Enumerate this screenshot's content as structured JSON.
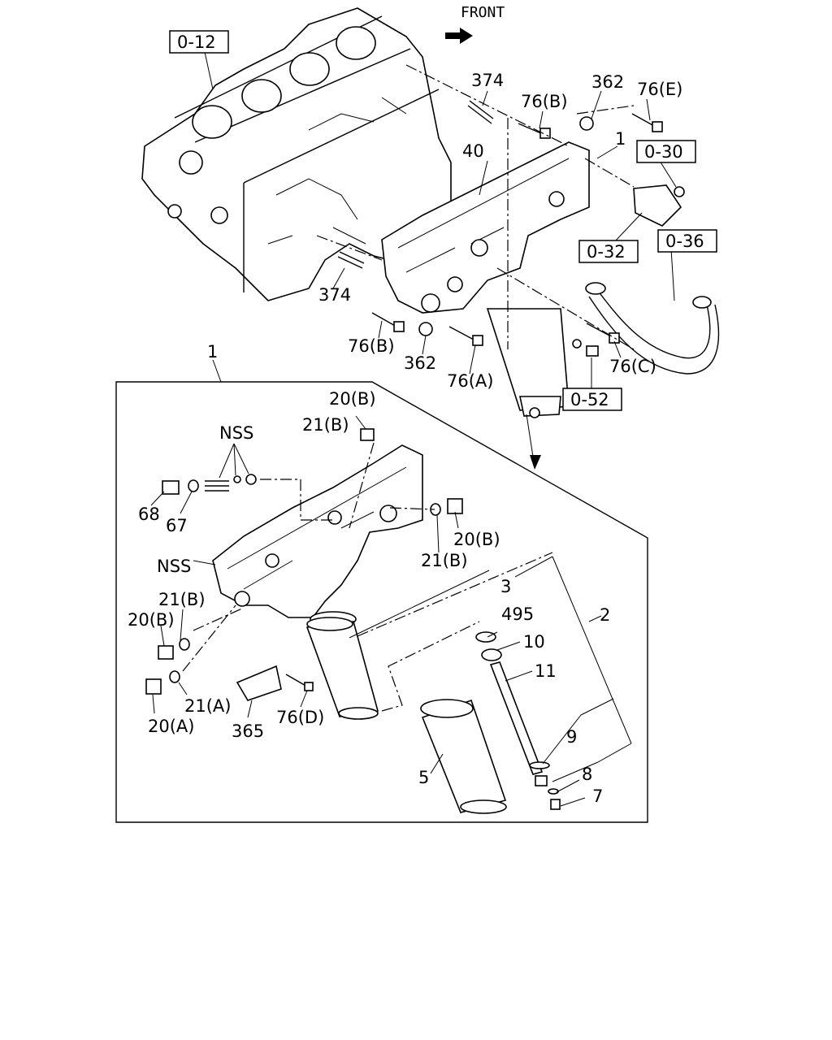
{
  "front_label": "FRONT",
  "boxed_refs": [
    {
      "id": "r012",
      "text": "0-12"
    },
    {
      "id": "r030",
      "text": "0-30"
    },
    {
      "id": "r032",
      "text": "0-32"
    },
    {
      "id": "r036",
      "text": "0-36"
    },
    {
      "id": "r052",
      "text": "0-52"
    }
  ],
  "upper_callouts": {
    "c374a": "374",
    "c374b": "374",
    "c76b1": "76(B)",
    "c362a": "362",
    "c76e": "76(E)",
    "c1a": "1",
    "c40": "40",
    "c76b2": "76(B)",
    "c362b": "362",
    "c76a": "76(A)",
    "c76c": "76(C)"
  },
  "detail_label": "1",
  "detail_callouts": {
    "d20b_top": "20(B)",
    "d21b_top": "21(B)",
    "dnss1": "NSS",
    "d68": "68",
    "d67": "67",
    "dnss2": "NSS",
    "d20b_r": "20(B)",
    "d21b_r": "21(B)",
    "d3": "3",
    "d2": "2",
    "d495": "495",
    "d10": "10",
    "d11": "11",
    "d21b_l": "21(B)",
    "d20b_l": "20(B)",
    "d21a": "21(A)",
    "d20a": "20(A)",
    "d365": "365",
    "d76d": "76(D)",
    "d9": "9",
    "d5": "5",
    "d8": "8",
    "d7": "7"
  }
}
